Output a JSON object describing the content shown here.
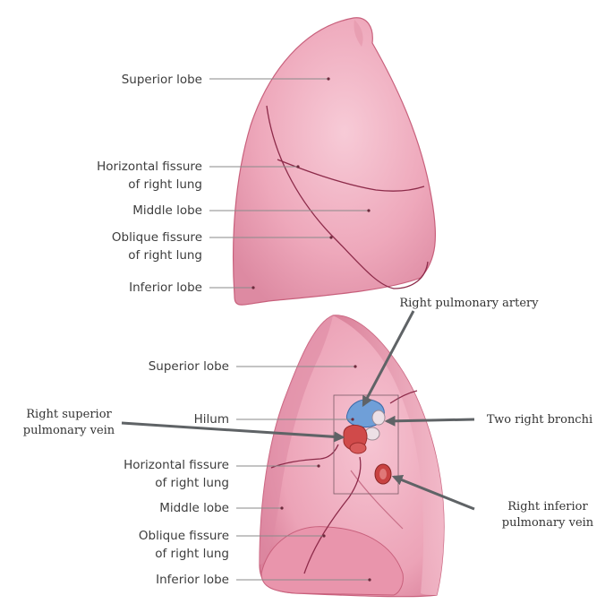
{
  "colors": {
    "lung_fill": "#efadbe",
    "lung_edge": "#c8607c",
    "fissure": "#8d2b4a",
    "artery": "#6f9fd8",
    "vein": "#d04a4a",
    "bronchi": "#ece0e6",
    "arrow": "#5f6366"
  },
  "lateral_view": {
    "superior_lobe": "Superior lobe",
    "horizontal_fissure_1": "Horizontal fissure",
    "horizontal_fissure_2": "of right lung",
    "middle_lobe": "Middle lobe",
    "oblique_fissure_1": "Oblique fissure",
    "oblique_fissure_2": "of right lung",
    "inferior_lobe": "Inferior lobe"
  },
  "medial_view": {
    "superior_lobe": "Superior lobe",
    "hilum": "Hilum",
    "horizontal_fissure_1": "Horizontal fissure",
    "horizontal_fissure_2": "of right lung",
    "middle_lobe": "Middle lobe",
    "oblique_fissure_1": "Oblique fissure",
    "oblique_fissure_2": "of right lung",
    "inferior_lobe": "Inferior lobe"
  },
  "callouts": {
    "right_pulmonary_artery": "Right pulmonary artery",
    "right_superior_vein_1": "Right superior",
    "right_superior_vein_2": "pulmonary vein",
    "two_right_bronchi": "Two right bronchi",
    "right_inferior_vein_1": "Right inferior",
    "right_inferior_vein_2": "pulmonary vein"
  }
}
